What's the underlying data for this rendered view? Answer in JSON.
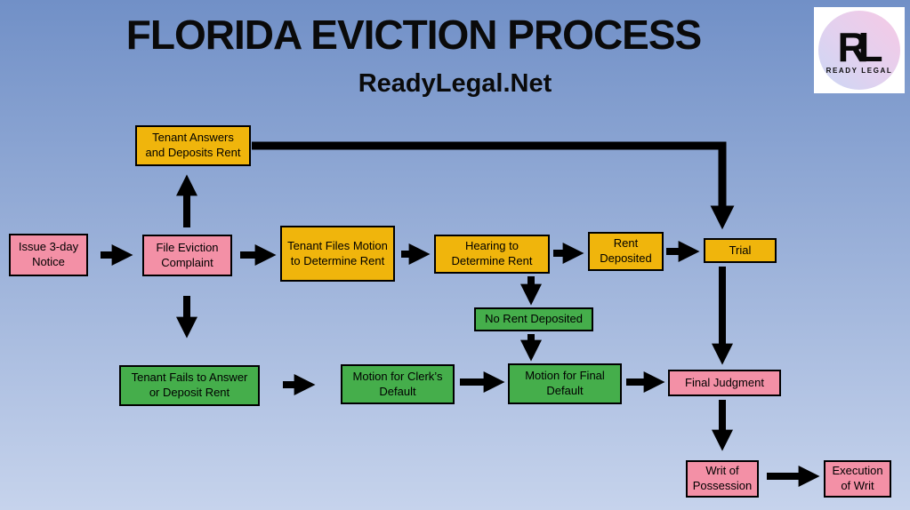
{
  "header": {
    "title": "FLORIDA EVICTION PROCESS",
    "subtitle": "ReadyLegal.Net"
  },
  "logo": {
    "monogram": "RL",
    "caption": "READY LEGAL"
  },
  "colors": {
    "pink": "#F390A6",
    "yellow": "#F0B50C",
    "green": "#45AE4B",
    "arrow": "#000000",
    "bg_top": "#7190C7",
    "bg_bottom": "#C6D3EC",
    "logo_bg": "#FFFFFF"
  },
  "nodes": [
    {
      "id": "issue-3day-notice",
      "label": "Issue 3-day Notice",
      "color": "pink"
    },
    {
      "id": "file-eviction-complaint",
      "label": "File Eviction Complaint",
      "color": "pink"
    },
    {
      "id": "tenant-answers-deposits-rent",
      "label": "Tenant Answers and Deposits Rent",
      "color": "yellow"
    },
    {
      "id": "tenant-files-motion-determine-rent",
      "label": "Tenant Files Motion to Determine Rent",
      "color": "yellow"
    },
    {
      "id": "hearing-determine-rent",
      "label": "Hearing to Determine Rent",
      "color": "yellow"
    },
    {
      "id": "rent-deposited",
      "label": "Rent Deposited",
      "color": "yellow"
    },
    {
      "id": "trial",
      "label": "Trial",
      "color": "yellow"
    },
    {
      "id": "no-rent-deposited",
      "label": "No Rent Deposited",
      "color": "green"
    },
    {
      "id": "tenant-fails-answer-deposit-rent",
      "label": "Tenant Fails to Answer or Deposit Rent",
      "color": "green"
    },
    {
      "id": "motion-clerks-default",
      "label": "Motion for Clerk’s Default",
      "color": "green"
    },
    {
      "id": "motion-final-default",
      "label": "Motion for Final Default",
      "color": "green"
    },
    {
      "id": "final-judgment",
      "label": "Final Judgment",
      "color": "pink"
    },
    {
      "id": "writ-of-possession",
      "label": "Writ of Possession",
      "color": "pink"
    },
    {
      "id": "execution-of-writ",
      "label": "Execution of Writ",
      "color": "pink"
    }
  ],
  "edges": [
    {
      "from": "issue-3day-notice",
      "to": "file-eviction-complaint"
    },
    {
      "from": "file-eviction-complaint",
      "to": "tenant-answers-deposits-rent"
    },
    {
      "from": "file-eviction-complaint",
      "to": "tenant-files-motion-determine-rent"
    },
    {
      "from": "file-eviction-complaint",
      "to": "tenant-fails-answer-deposit-rent"
    },
    {
      "from": "tenant-answers-deposits-rent",
      "to": "trial"
    },
    {
      "from": "tenant-files-motion-determine-rent",
      "to": "hearing-determine-rent"
    },
    {
      "from": "hearing-determine-rent",
      "to": "rent-deposited"
    },
    {
      "from": "hearing-determine-rent",
      "to": "no-rent-deposited"
    },
    {
      "from": "rent-deposited",
      "to": "trial"
    },
    {
      "from": "no-rent-deposited",
      "to": "motion-final-default"
    },
    {
      "from": "trial",
      "to": "final-judgment"
    },
    {
      "from": "tenant-fails-answer-deposit-rent",
      "to": "motion-clerks-default"
    },
    {
      "from": "motion-clerks-default",
      "to": "motion-final-default"
    },
    {
      "from": "motion-final-default",
      "to": "final-judgment"
    },
    {
      "from": "final-judgment",
      "to": "writ-of-possession"
    },
    {
      "from": "writ-of-possession",
      "to": "execution-of-writ"
    }
  ]
}
